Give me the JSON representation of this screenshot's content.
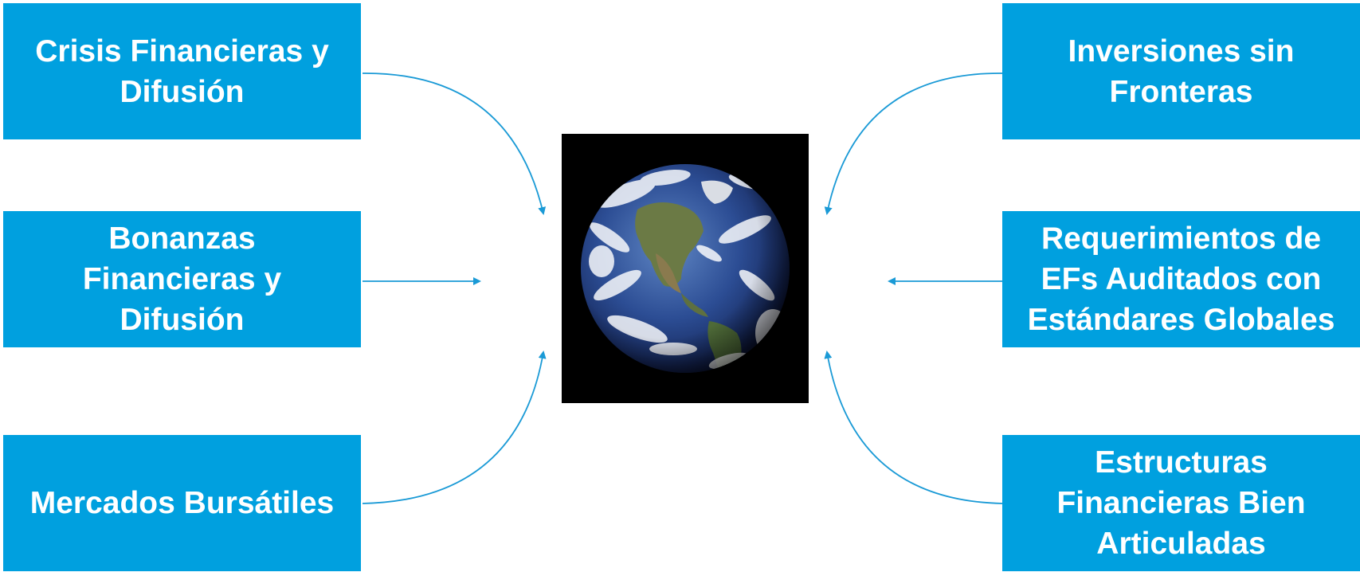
{
  "diagram": {
    "left_boxes": [
      {
        "lines": [
          "Crisis Financieras y",
          "Difusión"
        ]
      },
      {
        "lines": [
          "Bonanzas",
          "Financieras y",
          "Difusión"
        ]
      },
      {
        "lines": [
          "Mercados Bursátiles"
        ]
      }
    ],
    "right_boxes": [
      {
        "lines": [
          "Inversiones sin",
          "Fronteras"
        ]
      },
      {
        "lines": [
          "Requerimientos de",
          "EFs Auditados con",
          "Estándares Globales"
        ]
      },
      {
        "lines": [
          "Estructuras",
          "Financieras Bien",
          "Articuladas"
        ]
      }
    ],
    "center_image": "earth-globe",
    "colors": {
      "box_fill": "#00a0df",
      "box_text": "#ffffff",
      "arrow": "#1a9ad6",
      "image_background": "#000000"
    }
  }
}
